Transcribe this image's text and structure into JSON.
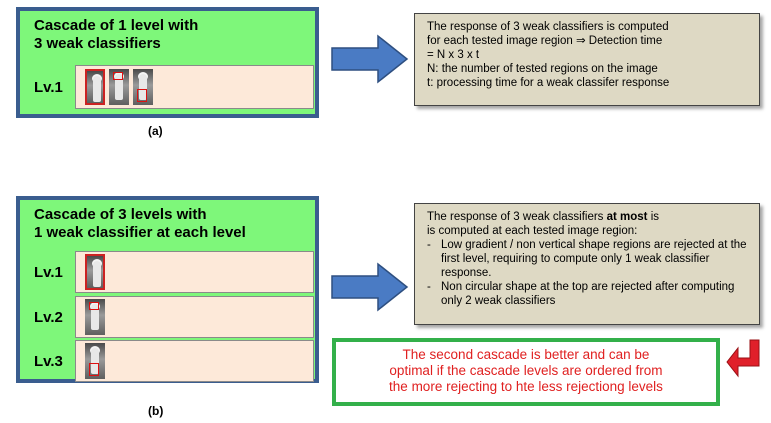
{
  "panel_a": {
    "title": "Cascade of 1 level with\n3 weak classifiers",
    "level_label": "Lv.1",
    "figure_label": "(a)",
    "description": {
      "line1": "The response of 3 weak classifiers is computed",
      "line2": "for each tested image region  ⇒  Detection time",
      "line3": "= N x 3 x t",
      "line4": "N: the number of tested regions on the image",
      "line5": "t: processing time for a weak classifer response"
    }
  },
  "panel_b": {
    "title": "Cascade of 3 levels with\n1 weak classifier at each level",
    "levels": [
      "Lv.1",
      "Lv.2",
      "Lv.3"
    ],
    "figure_label": "(b)",
    "description": {
      "line1_pre": "The response of 3 weak classifiers ",
      "line1_bold": "at most",
      "line1_post": " is",
      "line2": "is computed at each tested image region:",
      "item1": "Low gradient / non vertical shape regions are rejected at the first level, requiring to compute only 1 weak classifier response.",
      "item2": "Non circular shape at the top are rejected after computing only 2 weak classifiers",
      "bullet": "-"
    }
  },
  "conclusion": {
    "line1": "The second cascade is better and can be",
    "line2": "optimal if the cascade levels are ordered from",
    "line3": "the more rejecting to hte less rejectiong levels"
  },
  "colors": {
    "panel_fill": "#7ef77a",
    "panel_border": "#3a5d8f",
    "row_fill": "#fde9d9",
    "desc_fill": "#ded9c4",
    "arrow_blue": "#4a7bc4",
    "conclusion_text": "#e02020",
    "conclusion_border": "#33b04a",
    "return_arrow": "#e0202a"
  },
  "icons": {
    "arrow_a": "right-arrow-icon",
    "arrow_b": "right-arrow-icon",
    "return_arrow": "return-arrow-icon"
  }
}
